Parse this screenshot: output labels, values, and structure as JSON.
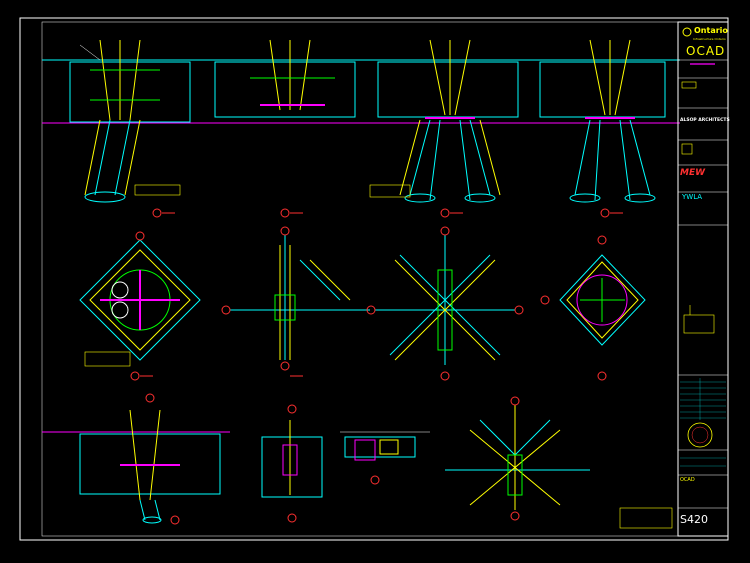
{
  "drawing": {
    "colors": {
      "background": "#000000",
      "border": "#ffffff",
      "yellow": "#ffff00",
      "cyan": "#00ffff",
      "magenta": "#ff00ff",
      "green": "#00ff00",
      "red": "#ff3030",
      "white": "#ffffff",
      "blue": "#4060ff"
    },
    "title_block": {
      "client_logo": "Ontario",
      "client_sub": "Infrastructure Ontario",
      "project_logo": "OCAD",
      "architect": "ALSOP ARCHITECTS",
      "consultant_1": "MEW",
      "consultant_2": "YWLA",
      "project_title": "OCAD",
      "sheet_number": "S420"
    }
  }
}
